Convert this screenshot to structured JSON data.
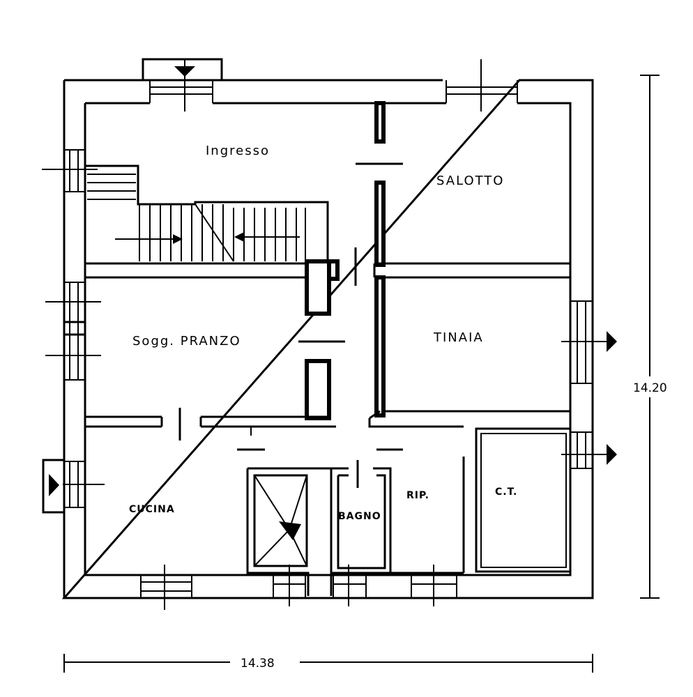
{
  "rooms": {
    "ingresso": "Ingresso",
    "salotto": "SALOTTO",
    "soggiorno": "Sogg. PRANZO",
    "camera": "TINAIA",
    "cucina": "CUCINA",
    "bagno": "BAGNO",
    "ripostiglio": "RIP.",
    "centrale_termica": "C.T."
  },
  "dimensions": {
    "width": "14.38",
    "height": "14.20"
  }
}
